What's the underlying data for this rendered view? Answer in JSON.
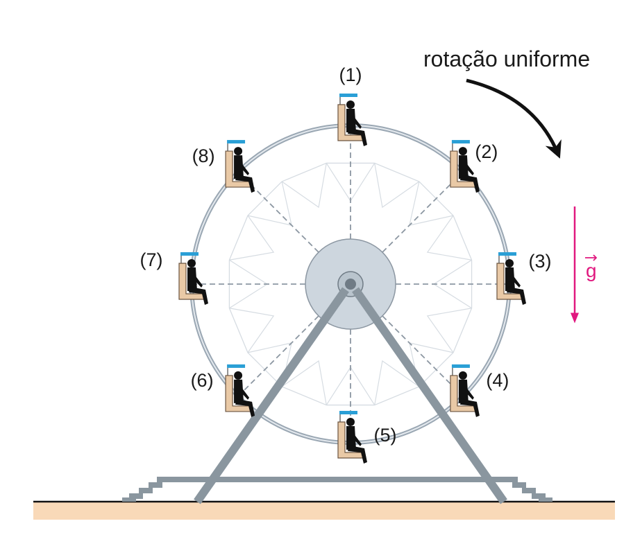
{
  "rotation_label": "rotação uniforme",
  "gravity_label": "g",
  "seats": [
    {
      "label": "(1)",
      "angle_deg": 90
    },
    {
      "label": "(2)",
      "angle_deg": 45
    },
    {
      "label": "(3)",
      "angle_deg": 0
    },
    {
      "label": "(4)",
      "angle_deg": -45
    },
    {
      "label": "(5)",
      "angle_deg": -90
    },
    {
      "label": "(6)",
      "angle_deg": -135
    },
    {
      "label": "(7)",
      "angle_deg": 180
    },
    {
      "label": "(8)",
      "angle_deg": 135
    }
  ],
  "colors": {
    "rim": "#9aa7b3",
    "rim_inner": "#e4e9ee",
    "spokes": "#8c97a2",
    "hub": "#cdd6de",
    "support": "#8a969f",
    "ground": "#f9d9b8",
    "ground_line": "#111111",
    "gravity": "#e0187f",
    "canopy": "#2a9fd6",
    "seat": "#e9c9a6",
    "person": "#111111",
    "arrow": "#111111"
  }
}
